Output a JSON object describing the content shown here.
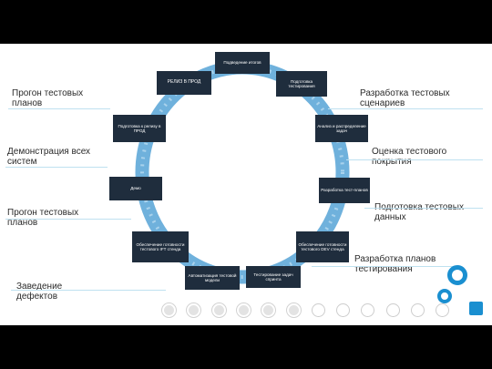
{
  "cycle_nodes": [
    {
      "label": "Подведение итогов"
    },
    {
      "label": "Подготовка тестирования"
    },
    {
      "label": "Анализ и распределение задач"
    },
    {
      "label": "Разработка тест-планов"
    },
    {
      "label": "Обеспечение готовности тестового DEV стенда"
    },
    {
      "label": "Тестирование задач спринта"
    },
    {
      "label": "Автоматизация тестовой модели"
    },
    {
      "label": "Обеспечение готовности тестового IFT стенда"
    },
    {
      "label": "Демо"
    },
    {
      "label": "Подготовка к релизу в ПРОД"
    },
    {
      "label": "РЕЛИЗ В ПРОД"
    }
  ],
  "left_labels": [
    {
      "text": "Прогон тестовых планов"
    },
    {
      "text": "Демонстрация всех систем"
    },
    {
      "text": "Прогон тестовых планов"
    },
    {
      "text": "Заведение дефектов"
    }
  ],
  "right_labels": [
    {
      "text": "Разработка тестовых сценариев"
    },
    {
      "text": "Оценка тестового покрытия"
    },
    {
      "text": "Подготовка тестовых данных"
    },
    {
      "text": "Разработка планов тестирования"
    }
  ],
  "timeline": {
    "filled_count": 6,
    "total": 12
  },
  "colors": {
    "ring": "#5fa6d4",
    "node": "#1f2d3d",
    "accent": "#1a8fd0",
    "background": "#ffffff"
  }
}
